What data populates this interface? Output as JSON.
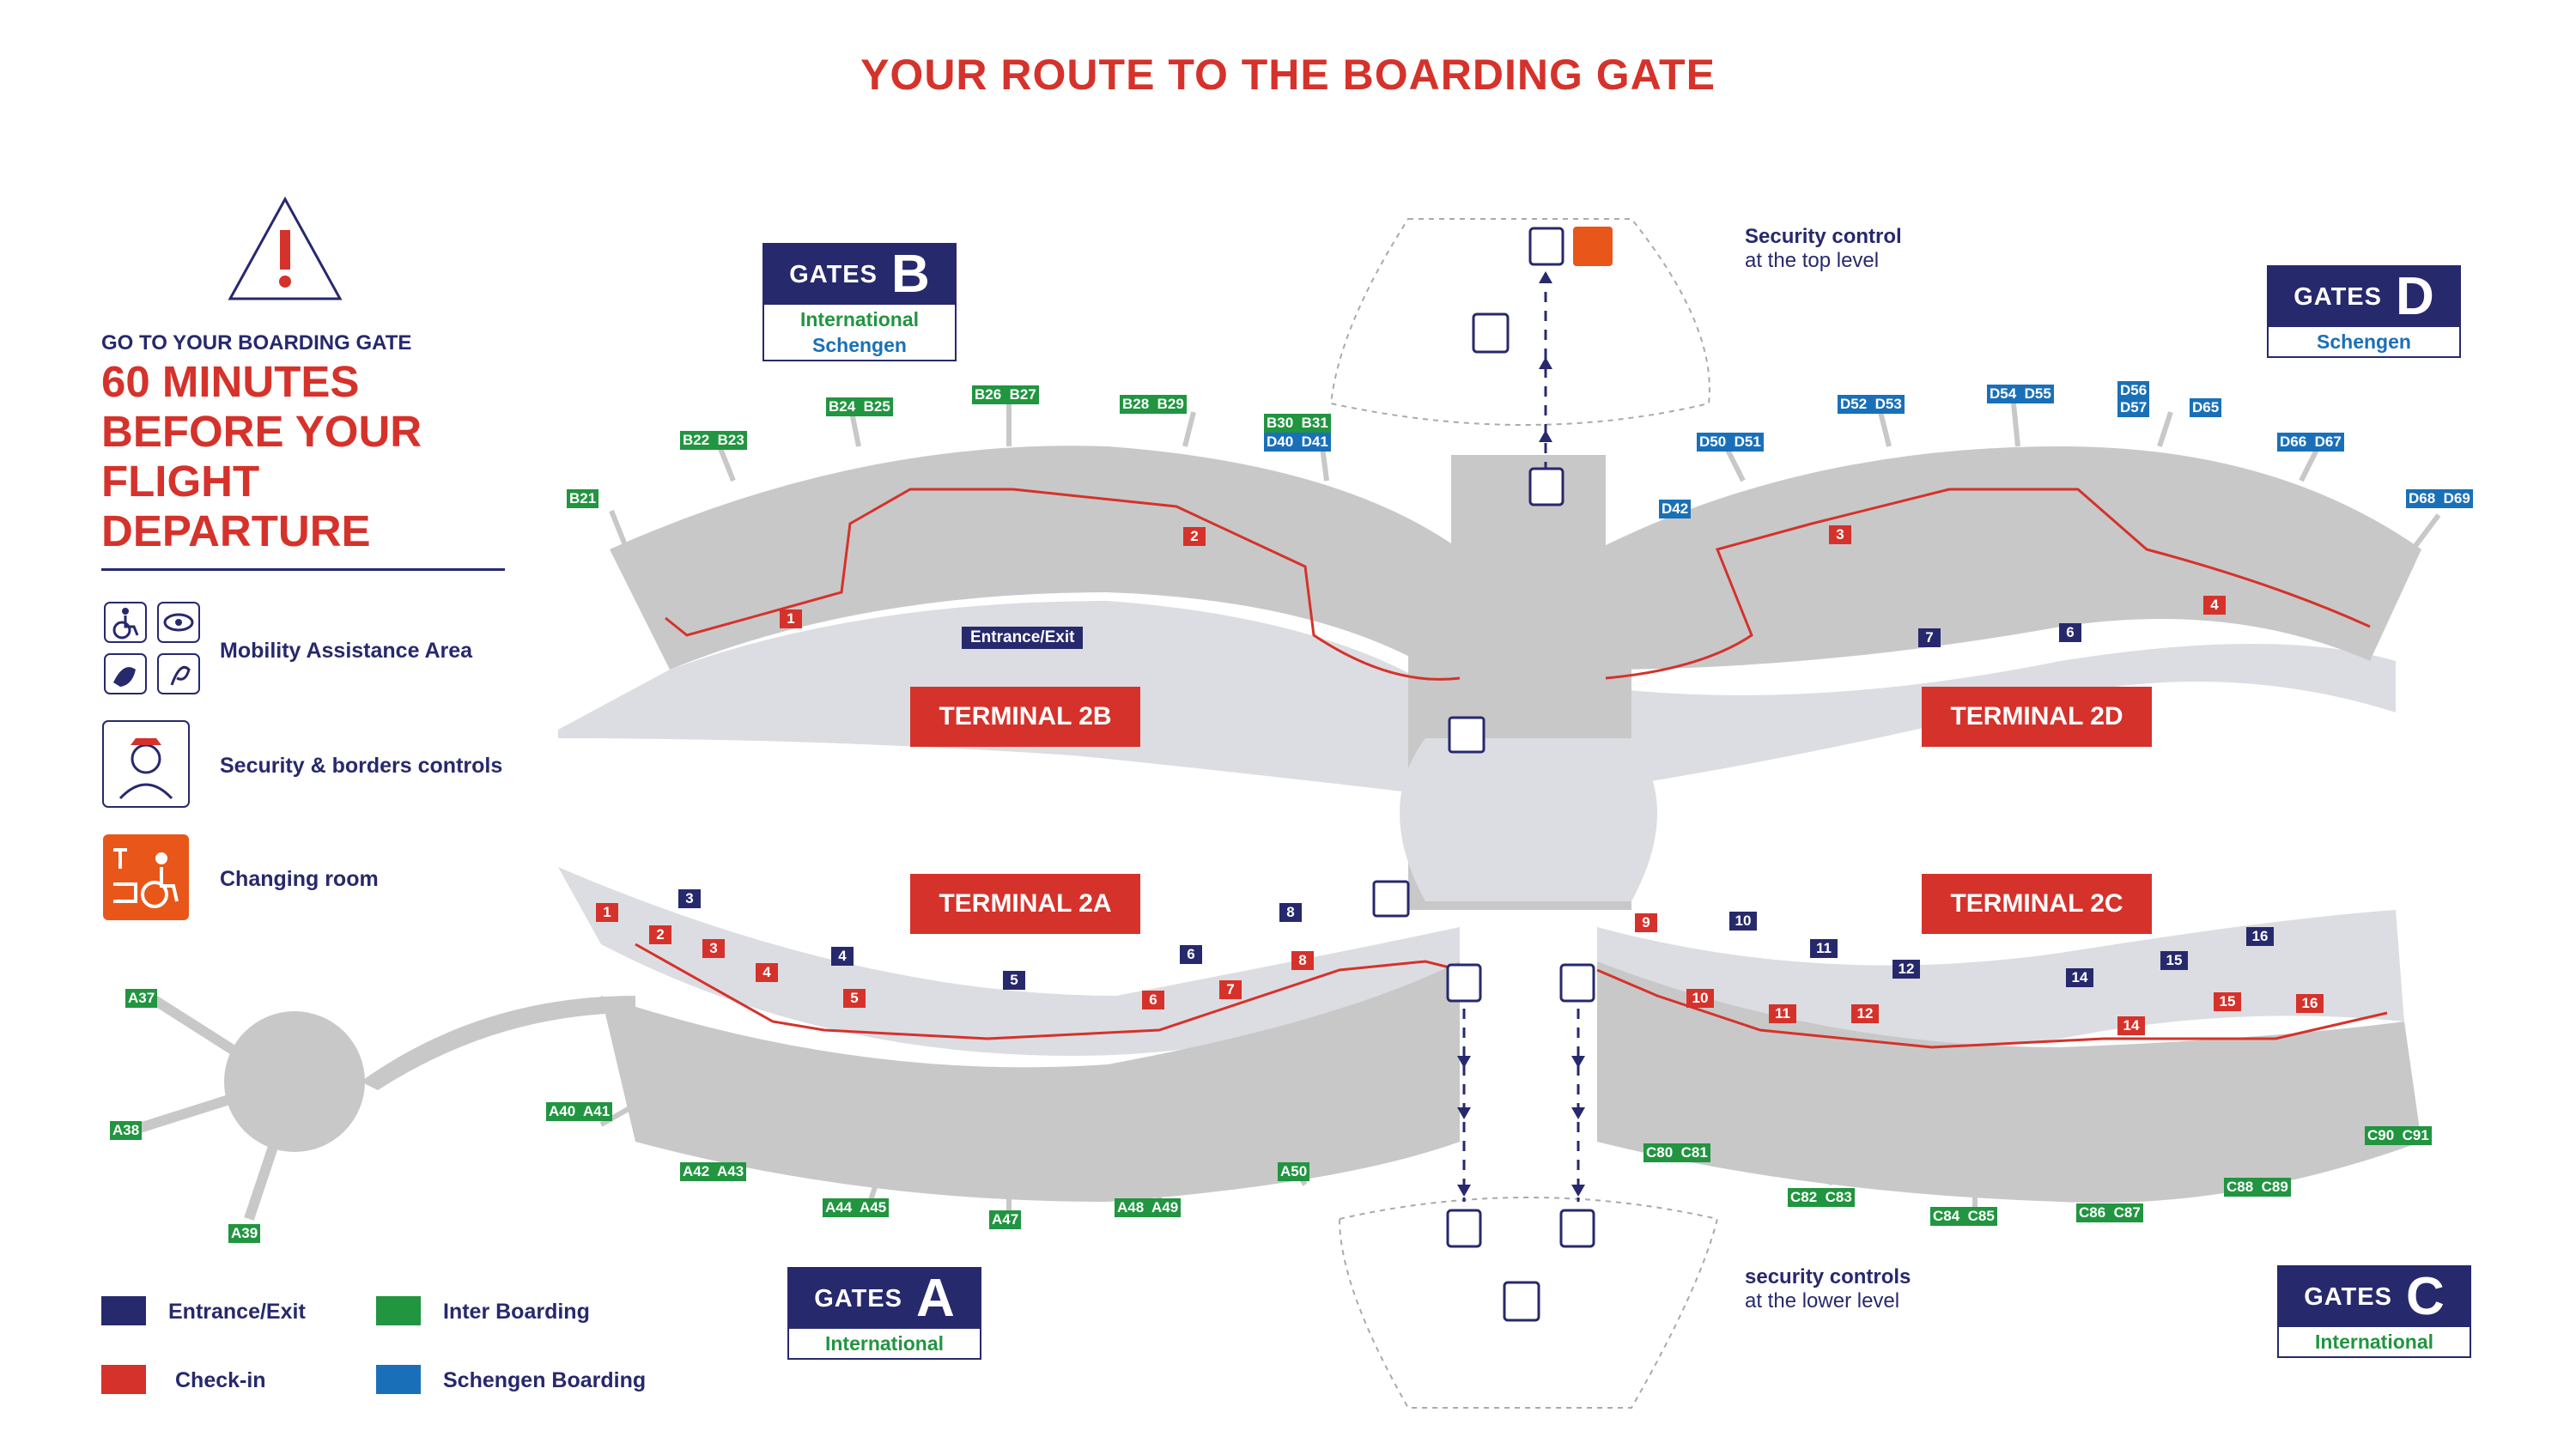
{
  "title": "YOUR ROUTE TO THE BOARDING GATE",
  "left": {
    "sub": "GO TO YOUR BOARDING GATE",
    "big": [
      "60 MINUTES",
      "BEFORE YOUR",
      "FLIGHT",
      "DEPARTURE"
    ],
    "legend_icons": [
      "Mobility Assistance Area",
      "Security & borders controls",
      "Changing room"
    ],
    "legend_colors": [
      {
        "label": "Entrance/Exit",
        "color": "#27296d"
      },
      {
        "label": "Inter Boarding",
        "color": "#219540"
      },
      {
        "label": "Check-in",
        "color": "#d5322b"
      },
      {
        "label": "Schengen Boarding",
        "color": "#1a70b8"
      }
    ]
  },
  "terminals": [
    "TERMINAL 2B",
    "TERMINAL 2D",
    "TERMINAL 2A",
    "TERMINAL 2C"
  ],
  "gates": {
    "B": {
      "word": "GATES",
      "letter": "B",
      "lines": [
        "International",
        "Schengen"
      ]
    },
    "D": {
      "word": "GATES",
      "letter": "D",
      "lines": [
        "Schengen"
      ]
    },
    "A": {
      "word": "GATES",
      "letter": "A",
      "lines": [
        "International"
      ]
    },
    "C": {
      "word": "GATES",
      "letter": "C",
      "lines": [
        "International"
      ]
    }
  },
  "security_top": [
    "Security control",
    "at the top level"
  ],
  "security_bottom": [
    "security controls",
    "at the lower level"
  ],
  "entrance_label": "Entrance/Exit",
  "gate_labels": {
    "b_inter": [
      "B21",
      "B22  B23",
      "B24  B25",
      "B26  B27",
      "B28  B29",
      "B30  B31"
    ],
    "b_schengen": [
      "D40  D41"
    ],
    "d_schengen": [
      "D42",
      "D50  D51",
      "D52  D53",
      "D54  D55",
      "D56\nD57",
      "D65",
      "D66  D67",
      "D68  D69"
    ],
    "a_inter": [
      "A37",
      "A38",
      "A39",
      "A40  A41",
      "A42  A43",
      "A44  A45",
      "A47",
      "A48  A49",
      "A50"
    ],
    "c_inter": [
      "C80  C81",
      "C82  C83",
      "C84  C85",
      "C86  C87",
      "C88  C89",
      "C90  C91"
    ]
  },
  "checkin_2b": [
    "1",
    "2"
  ],
  "checkin_2d": [
    "3",
    "4"
  ],
  "entrances_2d": [
    "7",
    "6"
  ],
  "entrances_2a": [
    "3",
    "4",
    "5",
    "6",
    "8"
  ],
  "checkin_2a": [
    "1",
    "2",
    "3",
    "4",
    "5",
    "6",
    "7",
    "8"
  ],
  "entrances_2c": [
    "10",
    "11",
    "12",
    "14",
    "15",
    "16"
  ],
  "checkin_2c": [
    "9",
    "10",
    "11",
    "12",
    "14",
    "15",
    "16"
  ],
  "colors": {
    "navy": "#27296d",
    "red": "#d5322b",
    "green": "#219540",
    "blue": "#1a70b8",
    "grey": "#c8c8c8",
    "light": "#dcdde2"
  }
}
